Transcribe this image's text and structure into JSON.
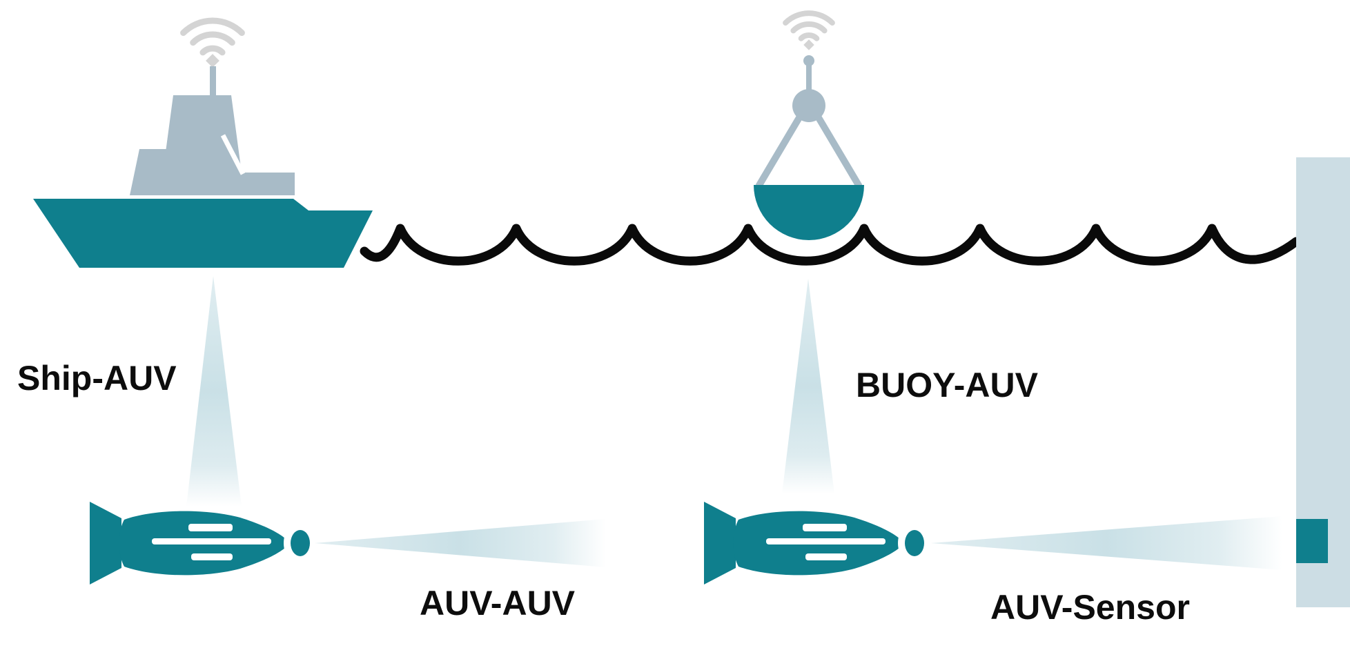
{
  "diagram": {
    "type": "underwater-acoustic-communication-network",
    "labels": {
      "ship_auv": "Ship-AUV",
      "buoy_auv": "BUOY-AUV",
      "auv_auv": "AUV-AUV",
      "auv_sensor": "AUV-Sensor"
    },
    "links": [
      {
        "id": "ship-auv",
        "label": "Ship-AUV",
        "from": "ship",
        "to": "auv-left",
        "direction": "vertical"
      },
      {
        "id": "buoy-auv",
        "label": "BUOY-AUV",
        "from": "buoy",
        "to": "auv-right",
        "direction": "vertical"
      },
      {
        "id": "auv-auv",
        "label": "AUV-AUV",
        "from": "auv-left",
        "to": "auv-right",
        "direction": "horizontal"
      },
      {
        "id": "auv-sensor",
        "label": "AUV-Sensor",
        "from": "auv-right",
        "to": "sensor",
        "direction": "horizontal"
      }
    ],
    "icons": [
      "wifi-icon",
      "ship-icon",
      "buoy-icon",
      "auv-icon",
      "water-surface-wave",
      "seawall",
      "sensor-node",
      "acoustic-beam"
    ],
    "colors": {
      "teal": "#0F7F8D",
      "structure_gray": "#A8BBC7",
      "wifi_gray": "#D4D4D4",
      "wall_blue": "#CCDDE4",
      "beam_blue": "#C2DCE3",
      "wave_black": "#0A0A0A",
      "label_black": "#0D0D0D",
      "background": "#FFFFFF"
    }
  }
}
